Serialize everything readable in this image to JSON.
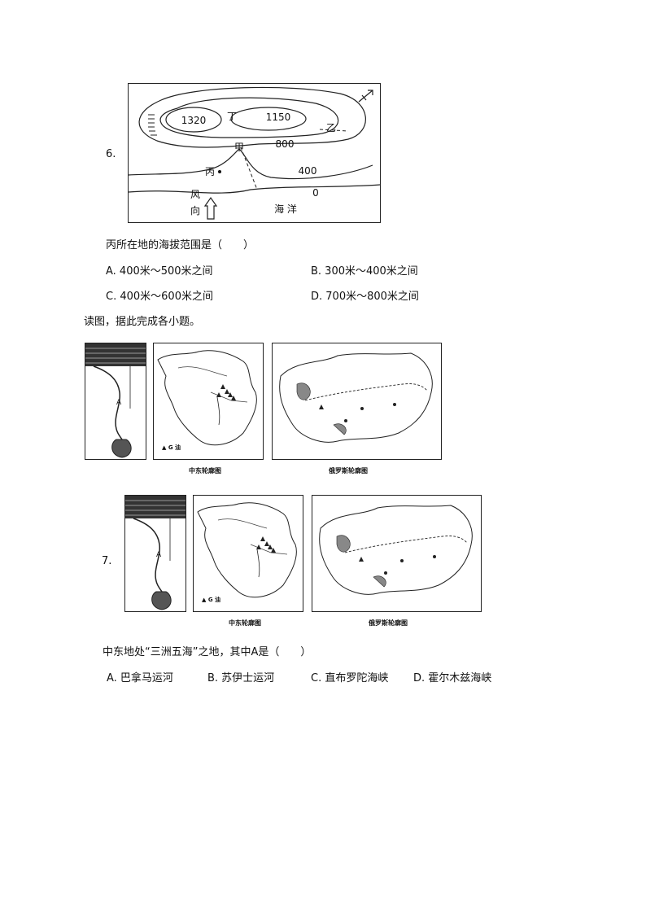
{
  "q6": {
    "number": "6.",
    "contour_labels": {
      "c1320": "1320",
      "c1150": "1150",
      "c800": "800",
      "c400": "400",
      "c0": "0"
    },
    "point_labels": {
      "ding": "丁",
      "yi": "乙",
      "jia": "甲",
      "bing": "丙"
    },
    "wind_label_1": "风",
    "wind_label_2": "向",
    "ocean_label": "海 洋",
    "question": "丙所在地的海拔范围是（　　）",
    "options": {
      "A": "A. 400米～500米之间",
      "B": "B. 300米～400米之间",
      "C": "C. 400米～600米之间",
      "D": "D. 700米～800米之间"
    }
  },
  "instruction": "读图，据此完成各小题。",
  "maps": {
    "strip_label_a": "A",
    "legend_text": "▲ G 油",
    "middle_east_caption": "中东轮廓图",
    "russia_caption": "俄罗斯轮廓图"
  },
  "q7": {
    "number": "7.",
    "question": "中东地处“三洲五海”之地，其中A是（　　）",
    "options": {
      "A": "A. 巴拿马运河",
      "B": "B. 苏伊士运河",
      "C": "C. 直布罗陀海峡",
      "D": "D. 霍尔木兹海峡"
    }
  }
}
